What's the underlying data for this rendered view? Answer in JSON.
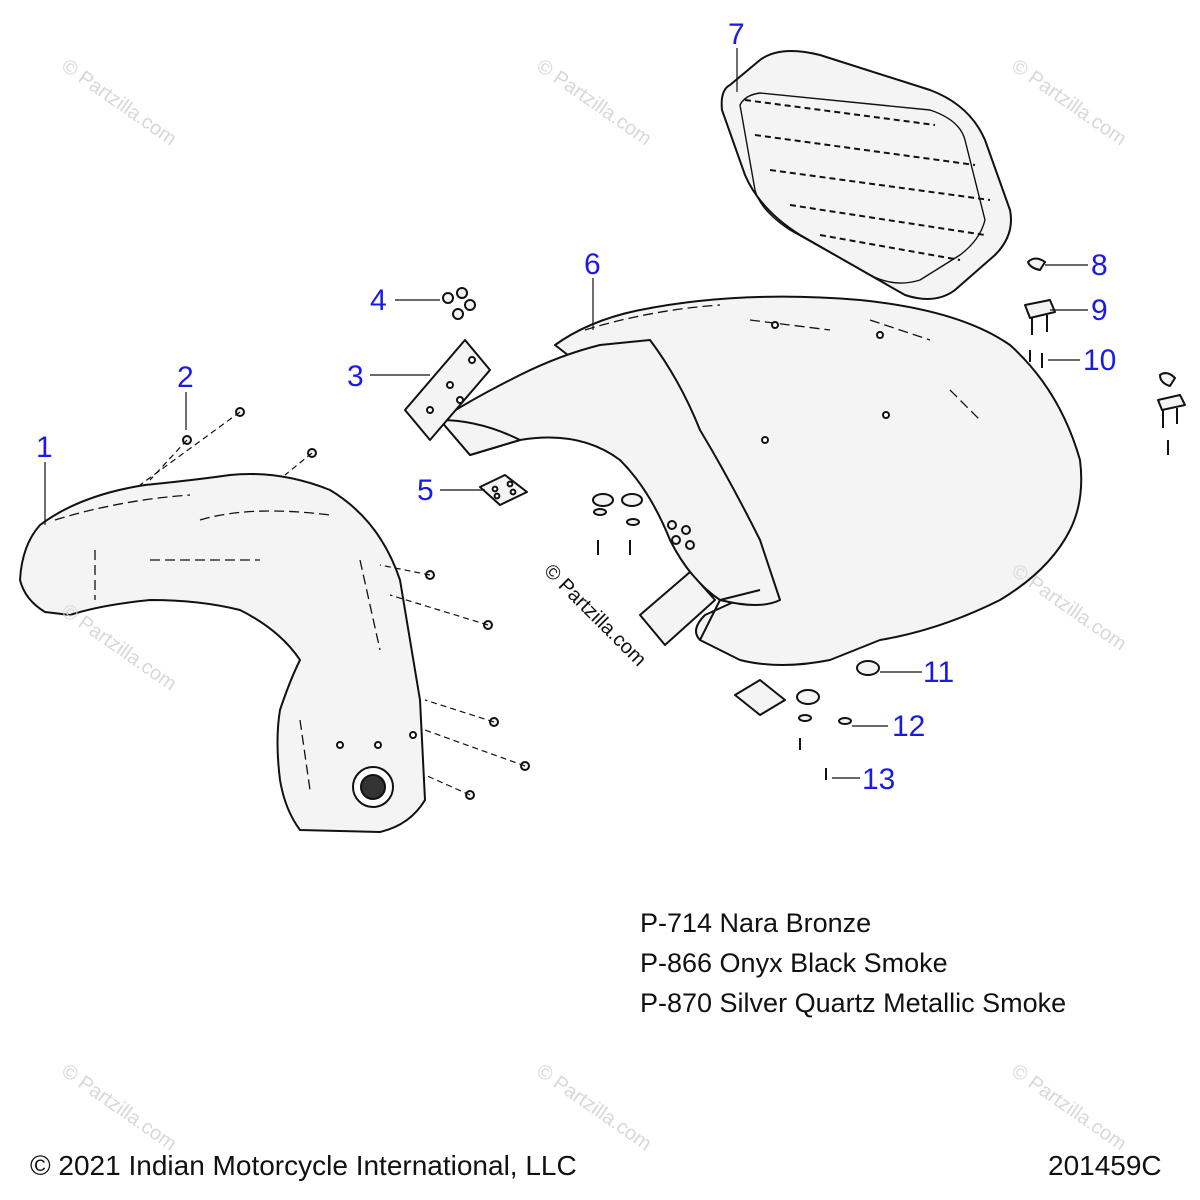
{
  "callouts": [
    "1",
    "2",
    "3",
    "4",
    "5",
    "6",
    "7",
    "8",
    "9",
    "10",
    "11",
    "12",
    "13"
  ],
  "paint_codes": [
    "P-714 Nara Bronze",
    "P-866 Onyx Black Smoke",
    "P-870 Silver Quartz Metallic Smoke"
  ],
  "footer": {
    "copyright": "© 2021 Indian Motorcycle International, LLC",
    "diagram_id": "201459C"
  },
  "watermark": "© Partzilla.com",
  "colors": {
    "callout": "#1a1ae6",
    "line": "#111111",
    "part_fill": "#f4f4f4",
    "watermark": "#d8d8d8"
  }
}
